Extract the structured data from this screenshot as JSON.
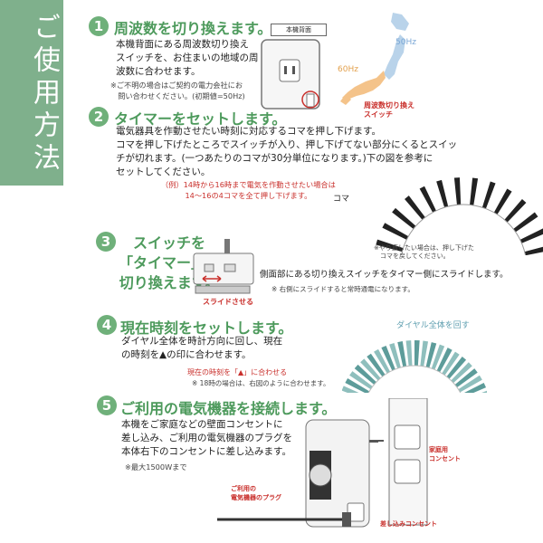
{
  "sidebar": {
    "title": "ご使用方法"
  },
  "step1": {
    "num": "1",
    "title": "周波数を切り換えます。",
    "body": "本機背面にある周波数切り換え\nスイッチを、お住まいの地域の周\n波数に合わせます。",
    "note": "※ご不明の場合はご契約の電力会社にお\n　問い合わせください。(初期値=50Hz)",
    "fig_back_label": "本機背面",
    "hz50": "50Hz",
    "hz60": "60Hz",
    "switch_label": "周波数切り換え\nスイッチ"
  },
  "step2": {
    "num": "2",
    "title": "タイマーをセットします。",
    "body": "電気器具を作動させたい時刻に対応するコマを押し下げます。\nコマを押し下げたところでスイッチが入り、押し下げてない部分にくるとスイッ\nチが切れます。(一つあたりのコマが30分単位になります。)下の図を参考に\nセットしてください。",
    "example": "（例）14時から16時まで電気を作動させたい場合は\n14～16の4コマを全て押し下げます。",
    "koma_label": "コマ",
    "dial_note": "※やり直したい場合は、押し下げた\n　コマを戻してください。"
  },
  "step3": {
    "num": "3",
    "title": "スイッチを\n「タイマー」に\n切り換えます。",
    "body": "側面部にある切り換えスイッチをタイマー側にスライドします。",
    "note": "※ 右側にスライドすると常時通電になります。",
    "slide_label": "スライドさせる"
  },
  "step4": {
    "num": "4",
    "title": "現在時刻をセットします。",
    "body": "ダイヤル全体を時計方向に回し、現在\nの時刻を▲の印に合わせます。",
    "rotate_label": "ダイヤル全体を回す",
    "align_label": "現在の時刻を「▲」に合わせる",
    "align_note": "※ 18時の場合は、右図のように合わせます。"
  },
  "step5": {
    "num": "5",
    "title": "ご利用の電気機器を接続します。",
    "body": "本機をご家庭などの壁面コンセントに\n差し込み、ご利用の電気機器のプラグを\n本体右下のコンセントに差し込みます。",
    "note": "※最大1500Wまで",
    "plug_label": "ご利用の\n電気機器のプラグ",
    "wall_outlet_label": "家庭用\nコンセント",
    "insert_outlet_label": "差し込みコンセント"
  },
  "colors": {
    "accent": "#6fb07a",
    "sidebar": "#7fb08c",
    "red": "#c9302c"
  },
  "icons": [
    "japan-map-icon",
    "timer-dial-icon",
    "plug-icon",
    "wall-outlet-icon"
  ]
}
